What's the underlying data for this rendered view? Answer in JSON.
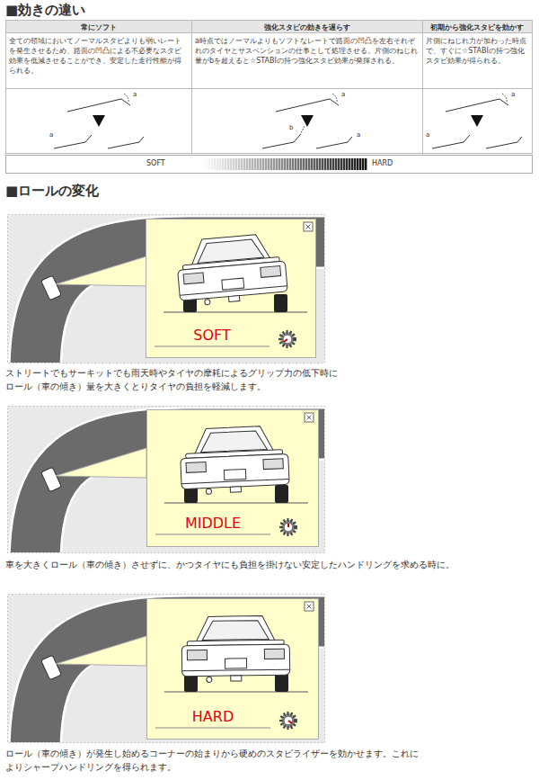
{
  "diagram": {
    "title": "■効きの違い",
    "nodes": [
      {
        "text": [
          "SOFT"
        ]
      },
      {
        "text": [
          "MIDDLE"
        ]
      },
      {
        "text": [
          "HARD"
        ]
      }
    ],
    "labels": [
      "常にソフト",
      "強化スタビの効きを遅らす",
      "初期から強化スタビを効かす",
      "全ての領域においてノーマルスタビよりも弱いレートを発生させるため、路面の凹凸による不必要なスタビ効果を低減させることができ、安定した走行性能が得られる。",
      "a時点ではノーマルよりもソフトなレートで路面の凹凸を左右それぞれのタイヤとサスペンションの仕事として処理させる。片側のねじれ量がbを超えると☆STABIの持つ強化スタビ効果が発揮される。",
      "片側にねじれ力が加わった時点で、すぐに☆STABIの持つ強化スタビ効果が得られる。",
      "a",
      "a",
      "a",
      "b",
      "a",
      "a",
      "a",
      "SOFT",
      "HARD",
      "■ロールの変化",
      "ストリートでもサーキットでも雨天時やタイヤの摩耗によるグリップ力の低下時にロール（車の傾き）量を大きくとりタイヤの負担を軽減します。",
      "車を大きくロール（車の傾き）させずに、かつタイヤにも負担を掛けない安定したハンドリングを求める時に。",
      "ロール（車の傾き）が発生し始めるコーナーの始まりから硬めのスタビライザーを効かせます。これによりシャープハンドリングを得られます。"
    ]
  }
}
